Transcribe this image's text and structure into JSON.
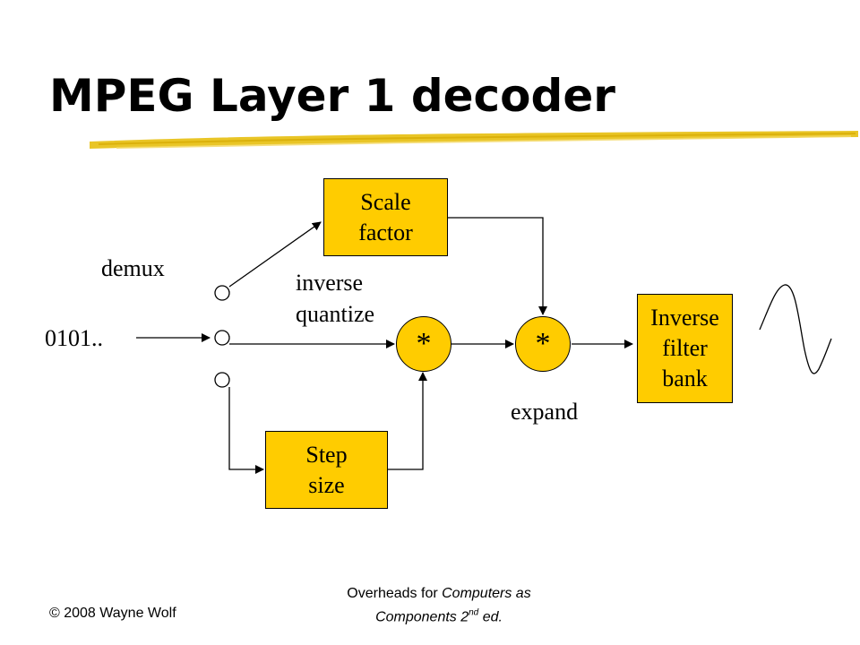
{
  "slide": {
    "title": "MPEG Layer 1 decoder"
  },
  "diagram": {
    "input_label": "0101..",
    "demux_label": "demux",
    "inverse_quantize_line1": "inverse",
    "inverse_quantize_line2": "quantize",
    "expand_label": "expand",
    "scale_factor_line1": "Scale",
    "scale_factor_line2": "factor",
    "step_size_line1": "Step",
    "step_size_line2": "size",
    "multiplier1_symbol": "*",
    "multiplier2_symbol": "*",
    "inverse_filter_line1": "Inverse",
    "inverse_filter_line2": "filter",
    "inverse_filter_line3": "bank"
  },
  "footer": {
    "copyright": "© 2008 Wayne Wolf",
    "source_prefix": "Overheads for ",
    "source_title_part1": "Computers as",
    "source_title_part2": "Components 2",
    "source_superscript": "nd",
    "source_suffix": " ed."
  },
  "colors": {
    "block_fill": "#ffcc00",
    "title_underline": "#e8c21a"
  }
}
